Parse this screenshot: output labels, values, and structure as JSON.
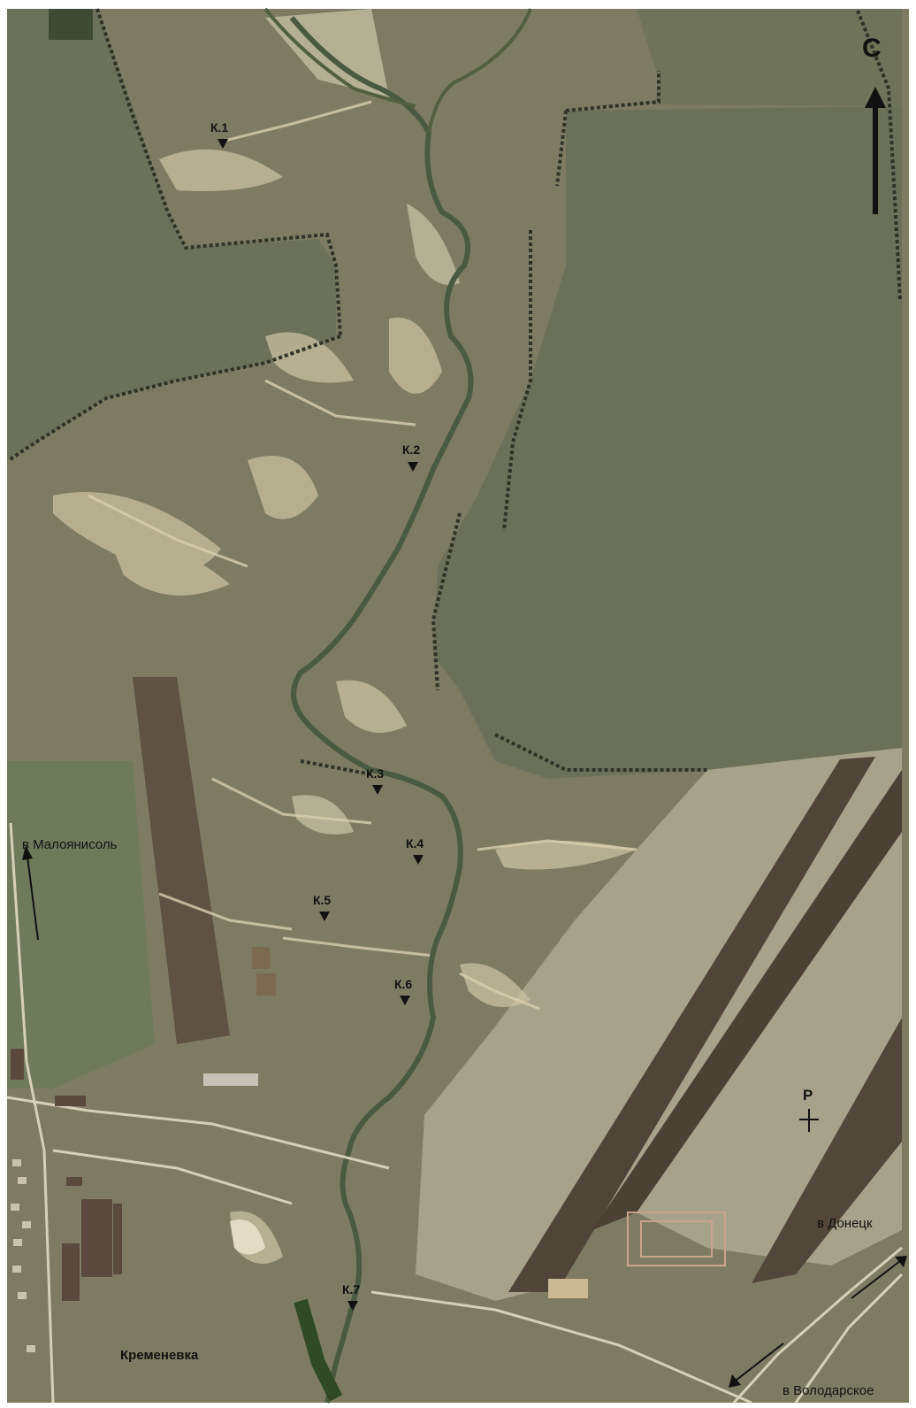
{
  "map": {
    "north_label": "С",
    "point_p_label": "Р",
    "points": [
      {
        "label": "К.1"
      },
      {
        "label": "К.2"
      },
      {
        "label": "К.3"
      },
      {
        "label": "К.4"
      },
      {
        "label": "К.5"
      },
      {
        "label": "К.6"
      },
      {
        "label": "К.7"
      }
    ],
    "directions": {
      "malojanisol": "в Малоянисоль",
      "donetsk": "в Донецк",
      "volodarskoe": "в Володарское"
    },
    "village": "Кременевка"
  },
  "colors": {
    "field_green": "#6b7057",
    "steppe": "#8c8a70",
    "ravine_light": "#cfc7a6",
    "stream": "#4f5e45",
    "plowed": "#4e4438",
    "bright_field": "#a8a48c",
    "road": "#d8d2bc",
    "marker": "#111111"
  },
  "icons": [
    "north-arrow-icon",
    "marker-triangle-icon",
    "cross-icon",
    "direction-arrow-icon"
  ]
}
